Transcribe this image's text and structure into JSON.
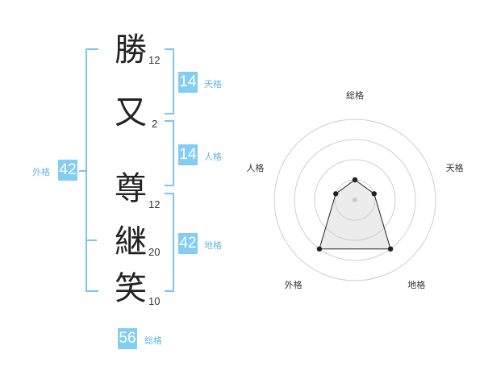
{
  "name_chars": [
    {
      "char": "勝",
      "strokes": "12"
    },
    {
      "char": "又",
      "strokes": "2"
    },
    {
      "char": "尊",
      "strokes": "12"
    },
    {
      "char": "継",
      "strokes": "20"
    },
    {
      "char": "笑",
      "strokes": "10"
    }
  ],
  "fortune": {
    "tenkaku": {
      "value": "14",
      "label": "天格"
    },
    "jinkaku": {
      "value": "14",
      "label": "人格"
    },
    "chikaku": {
      "value": "42",
      "label": "地格"
    },
    "gaikaku": {
      "value": "42",
      "label": "外格"
    },
    "soukaku": {
      "value": "56",
      "label": "総格"
    }
  },
  "colors": {
    "accent": "#83ccf2",
    "bracket": "#7cc5ef",
    "label": "#67b6e3"
  },
  "chart_data": {
    "type": "radar",
    "axes": [
      "総格",
      "天格",
      "地格",
      "外格",
      "人格"
    ],
    "levels": 4,
    "values": [
      1,
      1,
      3,
      3,
      1
    ],
    "max": 4
  }
}
